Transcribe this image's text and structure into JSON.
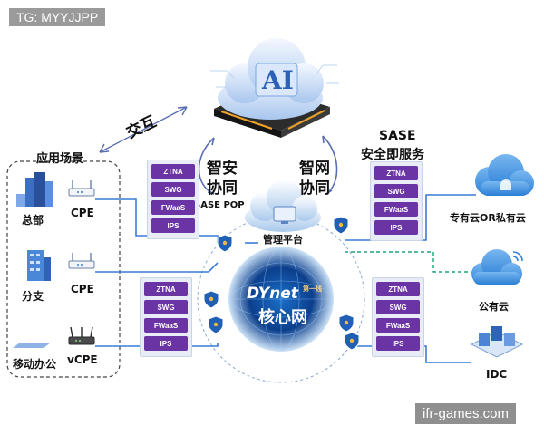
{
  "watermark_top": "TG: MYYJJPP",
  "watermark_bottom": "ifr-games.com",
  "center": {
    "ai": "AI",
    "core_brand": "DYnet",
    "core_brand_small": "第一线",
    "core_title": "核心网",
    "platform": "管理平台"
  },
  "labels": {
    "interaction": "交互",
    "scenes_title": "应用场景",
    "smart_security": [
      "智安",
      "协同"
    ],
    "smart_network": [
      "智网",
      "协同"
    ],
    "sase_pop": "SASE POP",
    "sase_title": "SASE",
    "sase_subtitle": "安全即服务"
  },
  "left_nodes": [
    {
      "name": "总部",
      "device": "CPE"
    },
    {
      "name": "分支",
      "device": "CPE"
    },
    {
      "name": "移动办公",
      "device": "vCPE"
    }
  ],
  "right_nodes": [
    {
      "name": "专有云OR私有云"
    },
    {
      "name": "公有云"
    },
    {
      "name": "IDC"
    }
  ],
  "security_stack": [
    "ZTNA",
    "SWG",
    "FWaaS",
    "IPS"
  ],
  "colors": {
    "chip": "#6a34a5",
    "line_blue": "#3a7bd5",
    "line_dashed": "#1aa37a",
    "arrow": "#5a6fb0"
  }
}
